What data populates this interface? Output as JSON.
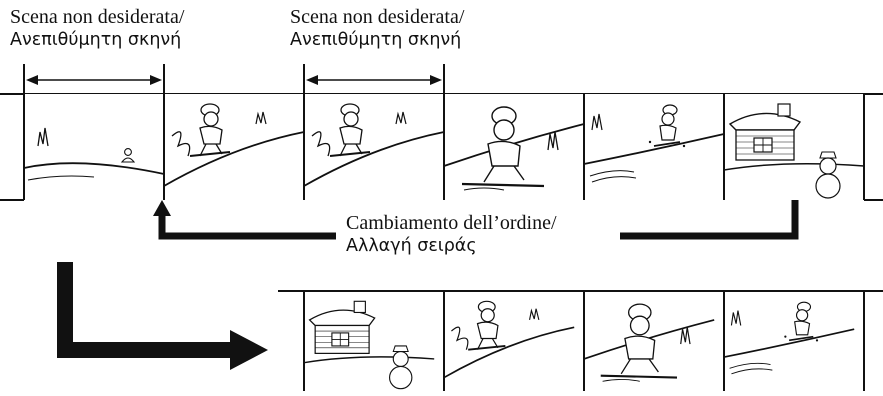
{
  "labels": {
    "unwanted_scene_1": {
      "it": "Scena non desiderata/",
      "el": "Ανεπιθύμητη σκηνή"
    },
    "unwanted_scene_2": {
      "it": "Scena non desiderata/",
      "el": "Ανεπιθύμητη σκηνή"
    },
    "order_change": {
      "it": "Cambiamento dell’ordine/",
      "el": "Αλλαγή σειράς"
    }
  },
  "top_strip": {
    "frames": [
      {
        "scene": "hill-with-small-figure-in-distance"
      },
      {
        "scene": "skier-going-downhill"
      },
      {
        "scene": "skier-going-downhill"
      },
      {
        "scene": "skier-close-up"
      },
      {
        "scene": "skier-on-hill"
      },
      {
        "scene": "house-and-snowman"
      }
    ]
  },
  "bottom_strip": {
    "frames": [
      {
        "scene": "house-and-snowman"
      },
      {
        "scene": "skier-going-downhill"
      },
      {
        "scene": "skier-close-up"
      },
      {
        "scene": "skier-on-hill"
      }
    ]
  },
  "icons": {
    "order_arrow": "elbow-arrow-up-icon",
    "result_arrow": "thick-l-arrow-right-icon",
    "span_arrow": "double-headed-arrow-icon"
  },
  "colors": {
    "ink": "#111111",
    "background": "#ffffff"
  }
}
